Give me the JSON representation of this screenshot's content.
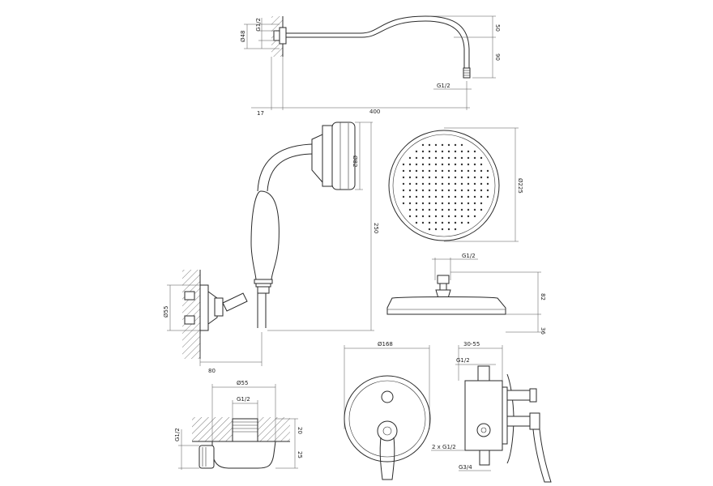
{
  "diagram": {
    "shower_arm": {
      "labels": {
        "thread_top": "G1/2",
        "diameter": "Ø48",
        "height_top": "50",
        "height_drop": "90",
        "thread_outlet": "G1/2",
        "wall_depth": "17",
        "length": "400"
      }
    },
    "hand_shower": {
      "labels": {
        "head_diameter": "Ø82",
        "total_length": "250",
        "bracket_diameter": "Ø55",
        "wall_projection": "80"
      }
    },
    "overhead_shower": {
      "labels": {
        "diameter": "Ø225",
        "thread": "G1/2",
        "height": "82",
        "rim_thickness": "36"
      }
    },
    "wall_outlet": {
      "labels": {
        "diameter": "Ø55",
        "thread_top": "G1/2",
        "depth_top": "20",
        "depth_bottom": "25",
        "thread_side": "G1/2"
      }
    },
    "mixer_front": {
      "labels": {
        "diameter": "Ø168"
      }
    },
    "mixer_side": {
      "labels": {
        "installation_depth": "30-55",
        "thread_top": "G1/2",
        "outlets": "2 x G1/2",
        "inlet": "G3/4"
      }
    }
  }
}
